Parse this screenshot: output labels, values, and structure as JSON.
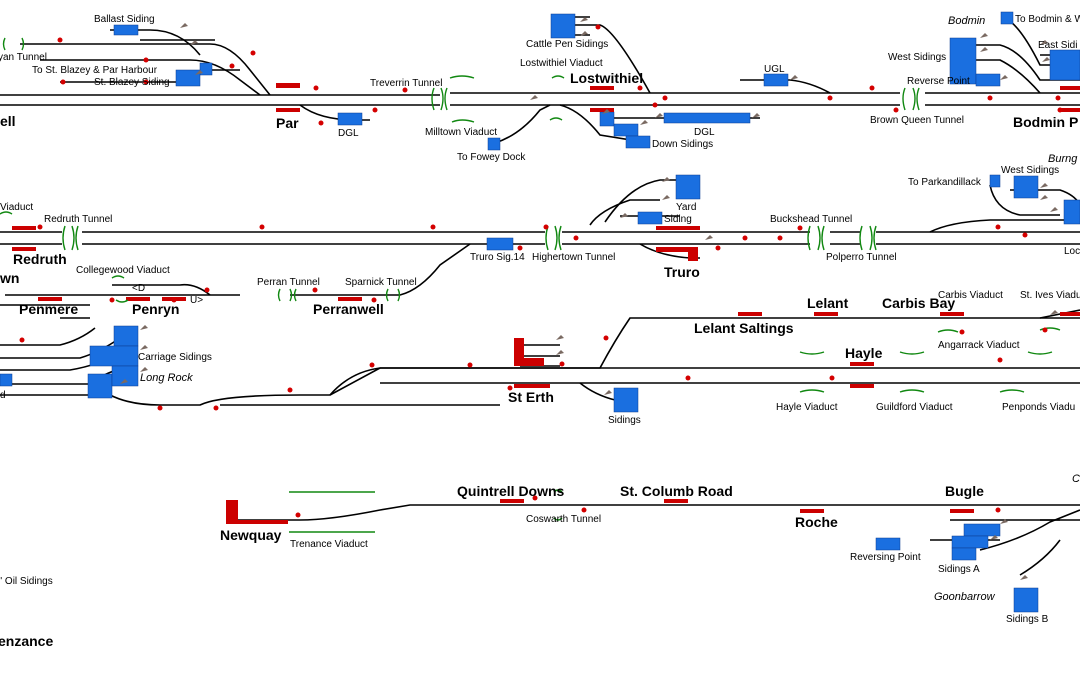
{
  "labels": {
    "ballast_siding": "Ballast Siding",
    "yan_tunnel": "yan Tunnel",
    "to_st_blazey_par_harbour": "To St. Blazey & Par Harbour",
    "st_blazey_siding": "St. Blazey Siding",
    "par": "Par",
    "well": "ell",
    "dgl_par": "DGL",
    "treverrin_tunnel": "Treverrin Tunnel",
    "cattle_pen_sidings": "Cattle Pen Sidings",
    "lostwithiel_viaduct": "Lostwithiel Viaduct",
    "lostwithiel": "Lostwithiel",
    "milltown_viaduct": "Milltown Viaduct",
    "to_fowey_dock": "To Fowey Dock",
    "ugl": "UGL",
    "dgl_lost": "DGL",
    "down_sidings": "Down Sidings",
    "brown_queen_tunnel": "Brown Queen Tunnel",
    "bodmin_ital": "Bodmin",
    "to_bodmin": "To Bodmin & W",
    "west_sidings_bodmin": "West Sidings",
    "east_sidings": "East Sidi",
    "reverse_point": "Reverse Point",
    "bodmin_p": "Bodmin P",
    "viaduct_left": "Viaduct",
    "redruth_tunnel": "Redruth Tunnel",
    "redruth": "Redruth",
    "wn": "wn",
    "collegewood_viaduct": "Collegewood Viaduct",
    "d_marker": "<D",
    "u_marker": "U>",
    "penmere": "Penmere",
    "penryn": "Penryn",
    "perran_tunnel": "Perran Tunnel",
    "sparnick_tunnel": "Sparnick Tunnel",
    "perranwell": "Perranwell",
    "truro_sig14": "Truro Sig.14",
    "highertown_tunnel": "Highertown Tunnel",
    "yard": "Yard",
    "siding_truro": "Siding",
    "truro": "Truro",
    "buckshead_tunnel": "Buckshead Tunnel",
    "polperro_tunnel": "Polperro Tunnel",
    "to_parkandillack": "To Parkandillack",
    "west_sidings_burngullow": "West Sidings",
    "burngullow_ital": "Burng",
    "loc": "Loc",
    "lelant": "Lelant",
    "carbis_bay": "Carbis Bay",
    "carbis_viaduct": "Carbis Viaduct",
    "st_ives_viaduct": "St. Ives Viadu",
    "lelant_saltings": "Lelant Saltings",
    "hayle": "Hayle",
    "angarrack_viaduct": "Angarrack Viaduct",
    "carriage_sidings": "Carriage Sidings",
    "long_rock": "Long Rock",
    "d_left": "d",
    "st_erth": "St Erth",
    "sidings_st_erth": "Sidings",
    "hayle_viaduct": "Hayle Viaduct",
    "guildford_viaduct": "Guildford Viaduct",
    "penponds_viaduct": "Penponds Viadu",
    "quintrell_downs": "Quintrell Downs",
    "st_columb_road": "St. Columb Road",
    "bugle": "Bugle",
    "coswarth_tunnel": "Coswarth Tunnel",
    "newquay": "Newquay",
    "trenance_viaduct": "Trenance Viaduct",
    "roche": "Roche",
    "reversing_point": "Reversing Point",
    "sidings_a": "Sidings A",
    "goonbarrow": "Goonbarrow",
    "sidings_b": "Sidings B",
    "oil_sidings": "l' Oil Sidings",
    "penzance": "enzance",
    "c_edge": "C"
  },
  "colors": {
    "track": "#000000",
    "platform": "#cc0000",
    "siding": "#1a6fe0",
    "signal": "#d40000",
    "points": "#7a6a62",
    "tunnel_viaduct": "#118811"
  }
}
